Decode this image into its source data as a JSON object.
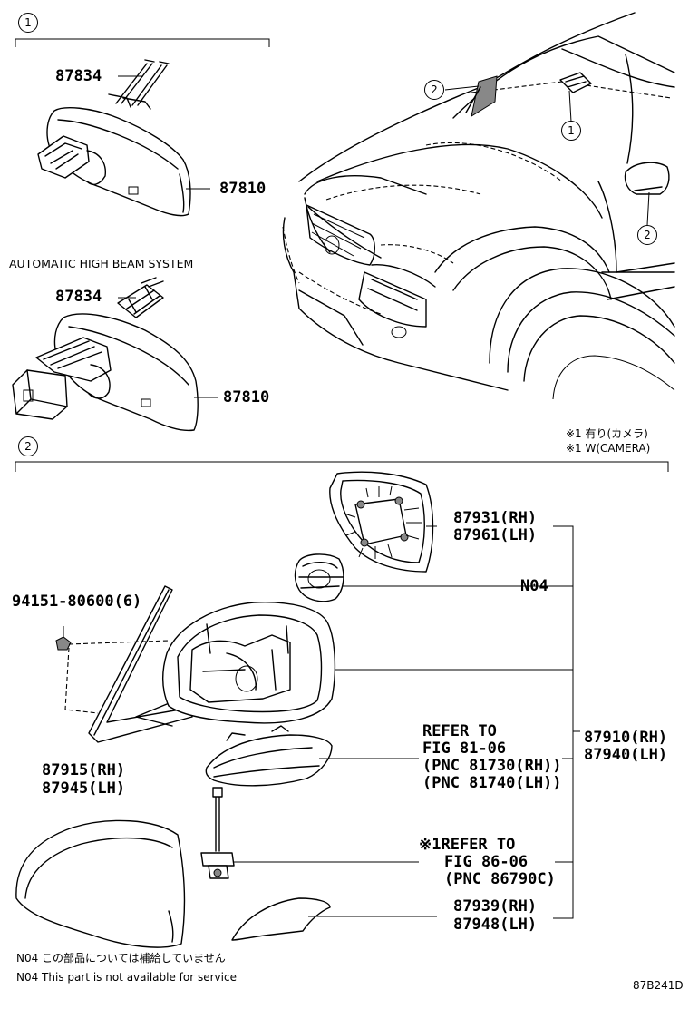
{
  "sections": {
    "one": "1",
    "two": "2"
  },
  "callouts": {
    "c2_windshield": "2",
    "c1_roof": "1",
    "c2_mirror": "2"
  },
  "captions": {
    "auto_high_beam": "AUTOMATIC HIGH BEAM SYSTEM"
  },
  "parts": {
    "p87834_a": "87834",
    "p87810_a": "87810",
    "p87834_b": "87834",
    "p87810_b": "87810",
    "p87931": "87931(RH)",
    "p87961": "87961(LH)",
    "n04": "N04",
    "p94151": "94151-80600(6)",
    "p87910": "87910(RH)",
    "p87940": "87940(LH)",
    "p87915": "87915(RH)",
    "p87945": "87945(LH)",
    "p87939": "87939(RH)",
    "p87948": "87948(LH)"
  },
  "refs": {
    "fig81_l1": "REFER TO",
    "fig81_l2": "FIG 81-06",
    "fig81_l3": "(PNC 81730(RH))",
    "fig81_l4": "(PNC 81740(LH))",
    "fig86_l1": "※1REFER TO",
    "fig86_l2": "FIG 86-06",
    "fig86_l3": "(PNC 86790C)"
  },
  "notes": {
    "camera_jp": "※1 有り(カメラ)",
    "camera_en": "※1 W(CAMERA)",
    "n04_jp": "N04 この部品については補給していません",
    "n04_en": "N04 This part is not available for service",
    "drawing_id": "87B241D"
  }
}
